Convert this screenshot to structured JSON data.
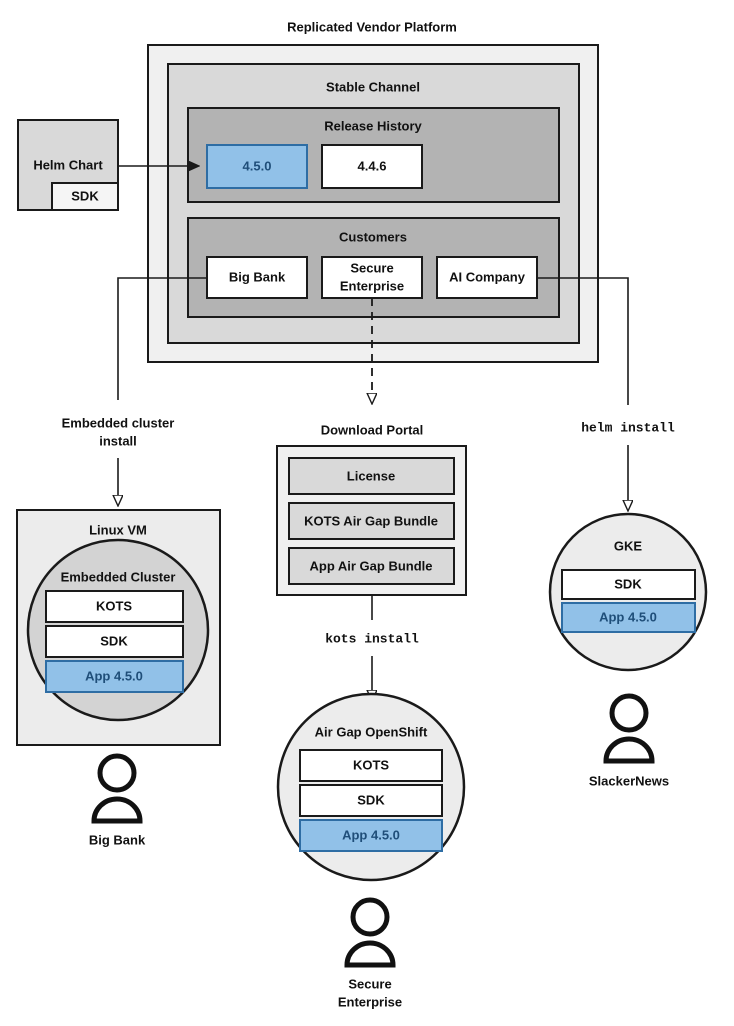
{
  "title": "Replicated Vendor Platform",
  "colors": {
    "outer_panel_fill": "#F0F0F0",
    "channel_fill": "#D9D9D9",
    "section_fill": "#B3B3B3",
    "box_white": "#FFFFFF",
    "box_gray": "#D9D9D9",
    "highlight_fill": "#91C1E8",
    "highlight_stroke": "#2E6DA4",
    "highlight_text": "#1F4E79",
    "circle_fill": "#ECECEC",
    "cluster_fill": "#D3D3D3",
    "stroke": "#1A1A1A"
  },
  "helm_chart": {
    "label": "Helm Chart",
    "sdk_label": "SDK"
  },
  "platform": {
    "channel_label": "Stable Channel",
    "release_history": {
      "label": "Release History",
      "releases": [
        {
          "version": "4.5.0",
          "highlighted": true
        },
        {
          "version": "4.4.6",
          "highlighted": false
        }
      ]
    },
    "customers": {
      "label": "Customers",
      "items": [
        {
          "name": "Big Bank"
        },
        {
          "name": "Secure",
          "name2": "Enterprise"
        },
        {
          "name": "AI Company"
        }
      ]
    }
  },
  "edges": {
    "embedded_cluster_install_line1": "Embedded cluster",
    "embedded_cluster_install_line2": "install",
    "kots_install": "kots install",
    "helm_install": "helm install"
  },
  "download_portal": {
    "label": "Download Portal",
    "items": [
      {
        "label": "License"
      },
      {
        "label": "KOTS Air Gap Bundle"
      },
      {
        "label": "App Air Gap Bundle"
      }
    ]
  },
  "targets": {
    "linux_vm": {
      "label": "Linux VM",
      "cluster_label": "Embedded Cluster",
      "components": [
        {
          "label": "KOTS",
          "highlighted": false
        },
        {
          "label": "SDK",
          "highlighted": false
        },
        {
          "label": "App 4.5.0",
          "highlighted": true
        }
      ],
      "customer": "Big Bank"
    },
    "air_gap_openshift": {
      "label": "Air Gap OpenShift",
      "components": [
        {
          "label": "KOTS",
          "highlighted": false
        },
        {
          "label": "SDK",
          "highlighted": false
        },
        {
          "label": "App 4.5.0",
          "highlighted": true
        }
      ],
      "customer_line1": "Secure",
      "customer_line2": "Enterprise"
    },
    "gke": {
      "label": "GKE",
      "components": [
        {
          "label": "SDK",
          "highlighted": false
        },
        {
          "label": "App 4.5.0",
          "highlighted": true
        }
      ],
      "customer": "SlackerNews"
    }
  }
}
